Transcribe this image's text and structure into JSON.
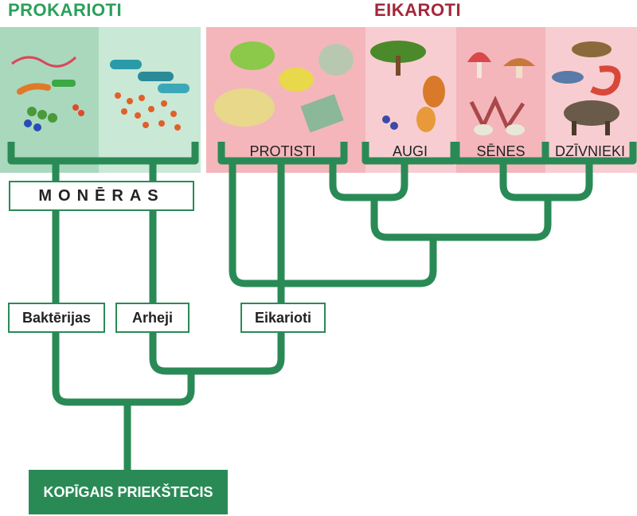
{
  "headers": {
    "prokarioti": "PROKARIOTI",
    "eikaroti": "EIKAROTI"
  },
  "groups": {
    "moneras": "MONĒRAS",
    "protisti": "PROTISTI",
    "augi": "AUGI",
    "senes": "SĒNES",
    "dzivnieki": "DZĪVNIEKI"
  },
  "branches": {
    "bakterijas": "Baktērijas",
    "arheji": "Arheji",
    "eikarioti": "Eikarioti"
  },
  "root": "KOPĪGAIS PRIEKŠTECIS",
  "colors": {
    "green": "#2a8a56",
    "green_header": "#2aa05a",
    "red_header": "#a3283a",
    "bacteria_bg": "#a9d8bd",
    "archaea_bg": "#c9e8d6",
    "eukaryote_bg": "#f4b6bb",
    "eukaryote_bg_light": "#f8cdd1"
  }
}
